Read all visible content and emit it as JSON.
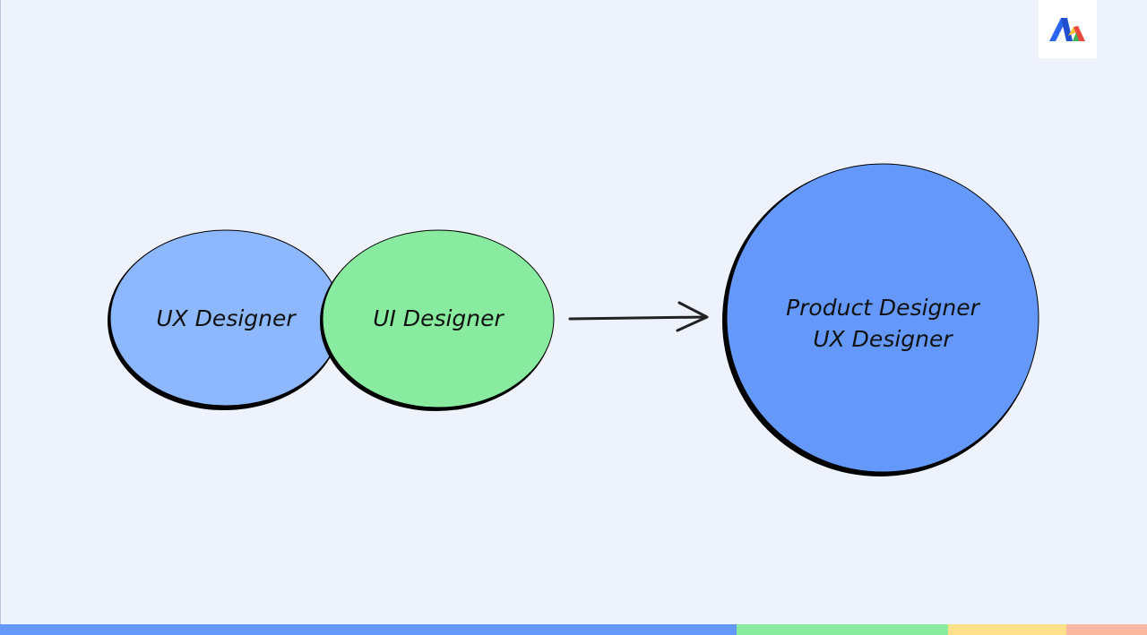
{
  "diagram": {
    "nodes": [
      {
        "id": "ux",
        "label": "UX Designer",
        "color": "#8db8ff"
      },
      {
        "id": "ui",
        "label": "UI Designer",
        "color": "#88eb9f"
      },
      {
        "id": "product",
        "label_line1": "Product Designer",
        "label_line2": "UX Designer",
        "color": "#6499fb"
      }
    ],
    "edges": [
      {
        "from": "ux+ui",
        "to": "product",
        "style": "arrow"
      }
    ]
  },
  "logo": {
    "icon": "brand-logo-icon"
  },
  "footer_colors": [
    "#6499fb",
    "#88eb9f",
    "#fde08a",
    "#fcb7a0"
  ]
}
